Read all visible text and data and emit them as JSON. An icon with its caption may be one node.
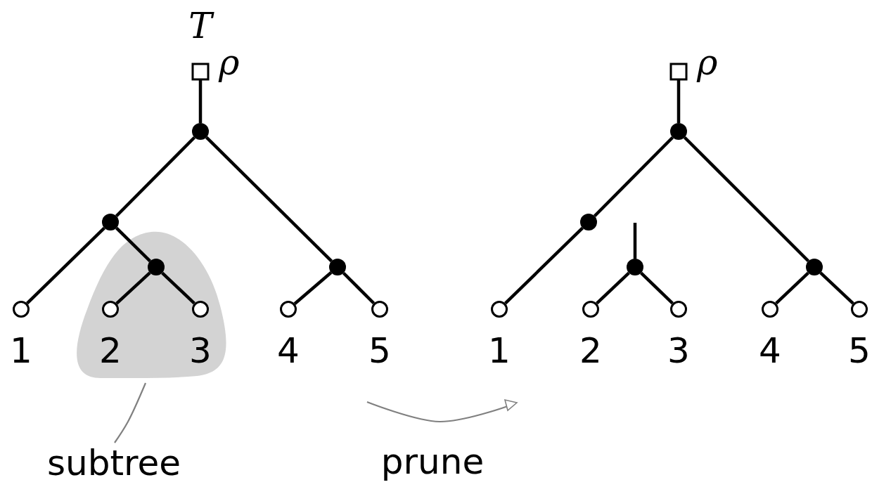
{
  "diagram": {
    "nodes": [
      {
        "text": [],
        "shape": "box",
        "beside": [
          "ρ"
        ]
      },
      {
        "text": [],
        "shape": "dot"
      },
      {
        "text": [],
        "shape": "dot"
      },
      {
        "text": [],
        "shape": "dot",
        "in": 10
      },
      {
        "text": [],
        "shape": "dot"
      },
      {
        "text": [],
        "shape": "circle",
        "beside": [
          "1"
        ]
      },
      {
        "text": [],
        "shape": "circle",
        "beside": [
          "2"
        ],
        "in": 10
      },
      {
        "text": [],
        "shape": "circle",
        "beside": [
          "3"
        ],
        "in": 10
      },
      {
        "text": [],
        "shape": "circle",
        "beside": [
          "4"
        ]
      },
      {
        "text": [],
        "shape": "circle",
        "beside": [
          "5"
        ]
      },
      {
        "text": [],
        "shape": "blob"
      },
      {
        "text": [
          "subtree"
        ]
      },
      {
        "text": [],
        "shape": "box",
        "beside": [
          "ρ"
        ]
      },
      {
        "text": [],
        "shape": "dot"
      },
      {
        "text": [],
        "shape": "dot"
      },
      {
        "text": [],
        "shape": "dot"
      },
      {
        "text": [],
        "shape": "dot"
      },
      {
        "text": [],
        "shape": "circle",
        "beside": [
          "1"
        ]
      },
      {
        "text": [],
        "shape": "circle",
        "beside": [
          "2"
        ]
      },
      {
        "text": [],
        "shape": "circle",
        "beside": [
          "3"
        ]
      },
      {
        "text": [],
        "shape": "circle",
        "beside": [
          "4"
        ]
      },
      {
        "text": [],
        "shape": "circle",
        "beside": [
          "5"
        ]
      }
    ],
    "edges": [
      {
        "from": 0,
        "to": 1,
        "arrow": "none"
      },
      {
        "from": 1,
        "to": 2,
        "arrow": "none"
      },
      {
        "from": 1,
        "to": 4,
        "arrow": "none"
      },
      {
        "from": 2,
        "to": 5,
        "arrow": "none"
      },
      {
        "from": 2,
        "to": 3,
        "arrow": "none"
      },
      {
        "from": 3,
        "to": 6,
        "arrow": "none"
      },
      {
        "from": 3,
        "to": 7,
        "arrow": "none"
      },
      {
        "from": 4,
        "to": 8,
        "arrow": "none"
      },
      {
        "from": 4,
        "to": 9,
        "arrow": "none"
      },
      {
        "from": 11,
        "to": 10,
        "arrow": "none",
        "color": "#808080"
      },
      {
        "from": 12,
        "to": 13,
        "arrow": "none"
      },
      {
        "from": 13,
        "to": 14,
        "arrow": "none"
      },
      {
        "from": 13,
        "to": 16,
        "arrow": "none"
      },
      {
        "from": 14,
        "to": 17,
        "arrow": "none"
      },
      {
        "from": null,
        "to": 15,
        "arrow": "none"
      },
      {
        "from": 15,
        "to": 18,
        "arrow": "none"
      },
      {
        "from": 15,
        "to": 19,
        "arrow": "none"
      },
      {
        "from": 16,
        "to": 20,
        "arrow": "none"
      },
      {
        "from": 16,
        "to": 21,
        "arrow": "none"
      }
    ],
    "labels": [
      "T",
      "prune"
    ]
  }
}
